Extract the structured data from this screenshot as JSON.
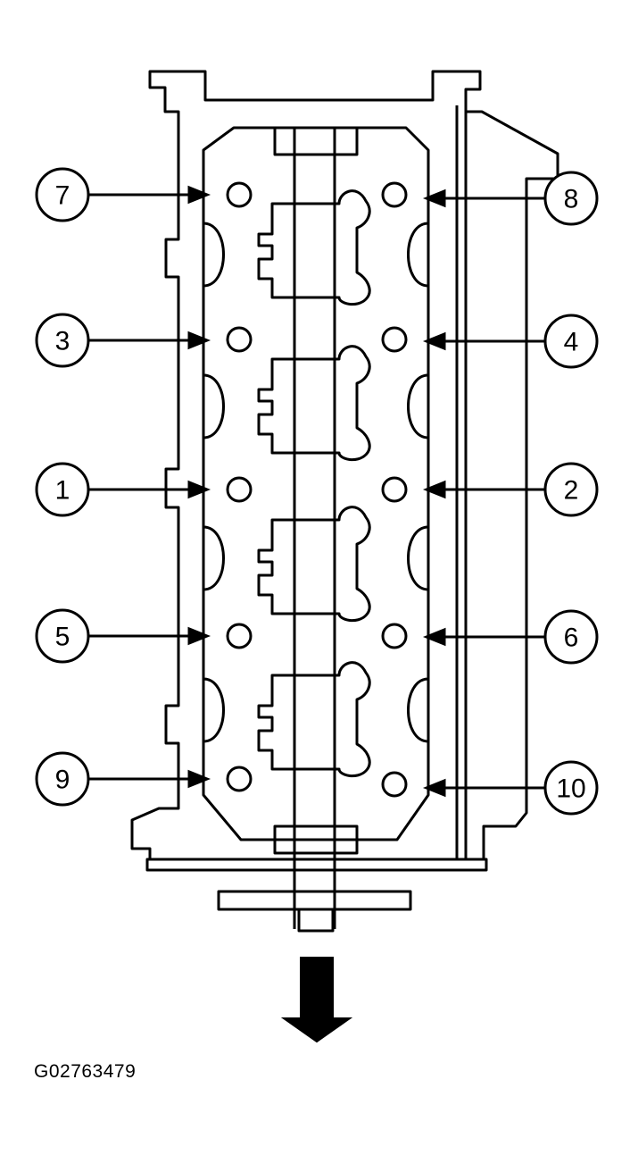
{
  "figure_code": "G02763479",
  "bolts": [
    {
      "label": "7"
    },
    {
      "label": "8"
    },
    {
      "label": "3"
    },
    {
      "label": "4"
    },
    {
      "label": "1"
    },
    {
      "label": "2"
    },
    {
      "label": "5"
    },
    {
      "label": "6"
    },
    {
      "label": "9"
    },
    {
      "label": "10"
    }
  ],
  "colors": {
    "line": "#000000",
    "background": "#ffffff"
  }
}
